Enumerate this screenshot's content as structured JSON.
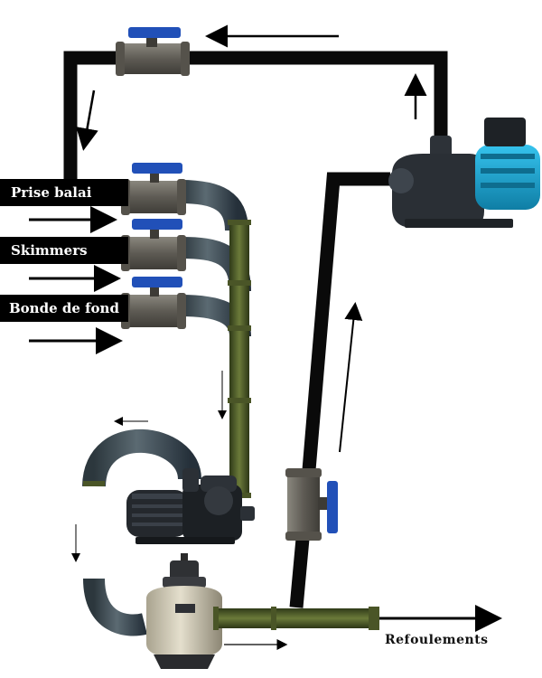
{
  "labels": {
    "prise_balai": "Prise balai",
    "skimmers": "Skimmers",
    "bonde_de_fond": "Bonde de fond",
    "refoulements": "Refoulements"
  },
  "colors": {
    "pipe_black": "#0a0a0a",
    "hose": "#3b4a52",
    "green_tube": "#4d5a2a",
    "valve_body": "#6f6c64",
    "valve_handle": "#2150b8",
    "pump_blue": "#1aa7d6",
    "pump_dark": "#2a2f35",
    "filter_tank": "#d6d0bd"
  },
  "icons": [
    "arrow-right-icon",
    "arrow-left-icon",
    "arrow-up-icon",
    "arrow-down-icon",
    "ball-valve-icon",
    "surface-pump-icon",
    "pool-pump-icon",
    "sand-filter-icon"
  ]
}
